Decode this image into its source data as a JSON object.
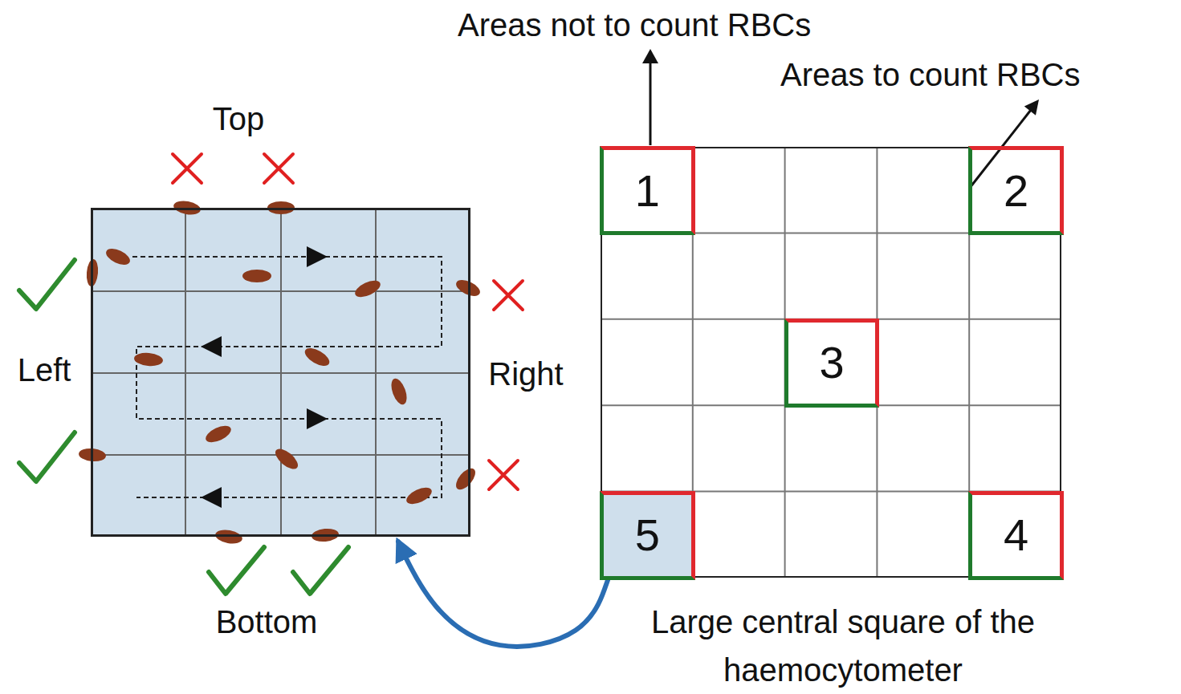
{
  "diagram": {
    "nodes": [
      {
        "text": [
          "Top",
          "Left",
          "Right",
          "Bottom"
        ]
      },
      {
        "text": [
          "Large central square of the haemocytometer"
        ]
      },
      {
        "text": [
          "1"
        ],
        "in": 1
      },
      {
        "text": [
          "2"
        ],
        "in": 1
      },
      {
        "text": [
          "3"
        ],
        "in": 1
      },
      {
        "text": [
          "5"
        ],
        "in": 1
      },
      {
        "text": [
          "4"
        ],
        "in": 1
      }
    ],
    "edges": [
      {
        "from": 5,
        "to": 0,
        "arrow": "to"
      }
    ],
    "labels": [
      "Areas not to count RBCs",
      "Areas to count RBCs"
    ]
  }
}
